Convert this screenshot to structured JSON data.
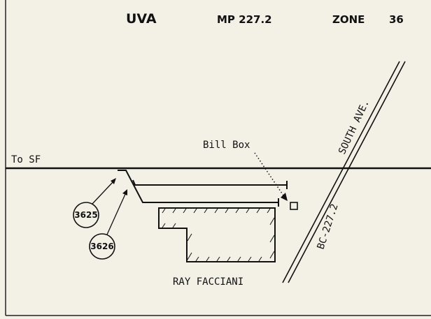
{
  "header": {
    "name": "UVA",
    "milepost": "MP 227.2",
    "zone": "ZONE",
    "zone_number": "36"
  },
  "labels": {
    "direction": "To SF",
    "bill_box": "Bill Box",
    "street": "SOUTH AVE.",
    "crossing": "BC-227.2",
    "industry": "RAY FACCIANI"
  },
  "spurs": [
    {
      "id": "3625"
    },
    {
      "id": "3626"
    }
  ]
}
